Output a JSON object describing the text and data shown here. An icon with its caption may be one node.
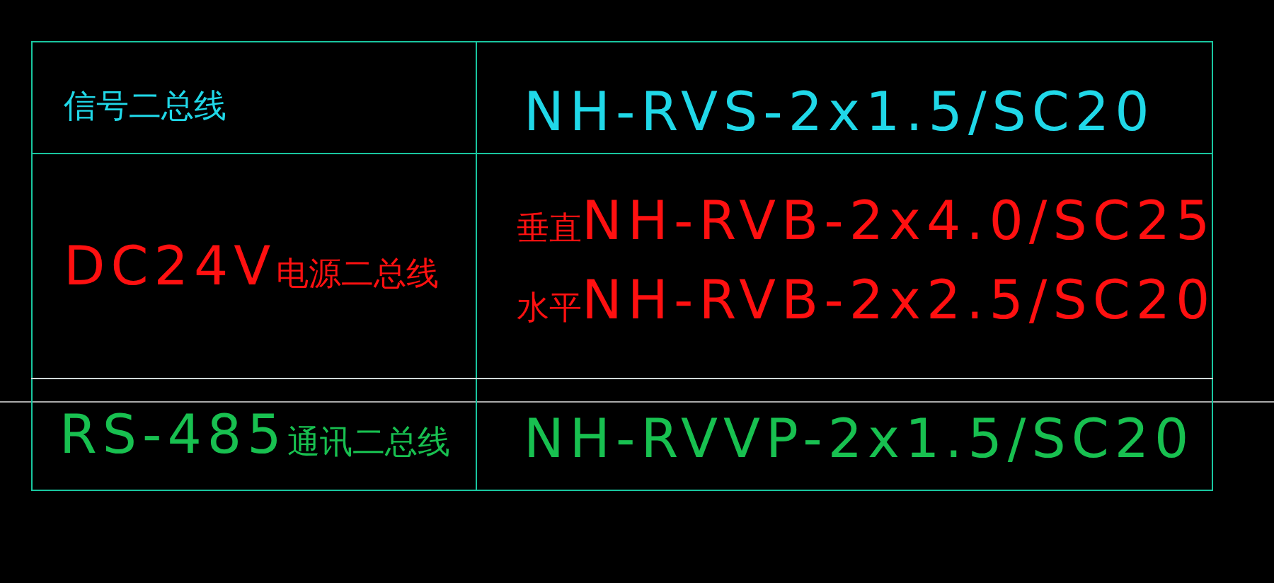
{
  "diagram": {
    "labels": [
      "信号二总线",
      "NH-RVS-2x1.5/SC20",
      "DC24V电源二总线",
      "垂直NH-RVB-2x4.0/SC25",
      "水平NH-RVB-2x2.5/SC20",
      "RS-485通讯二总线",
      "NH-RVVP-2x1.5/SC20"
    ]
  }
}
